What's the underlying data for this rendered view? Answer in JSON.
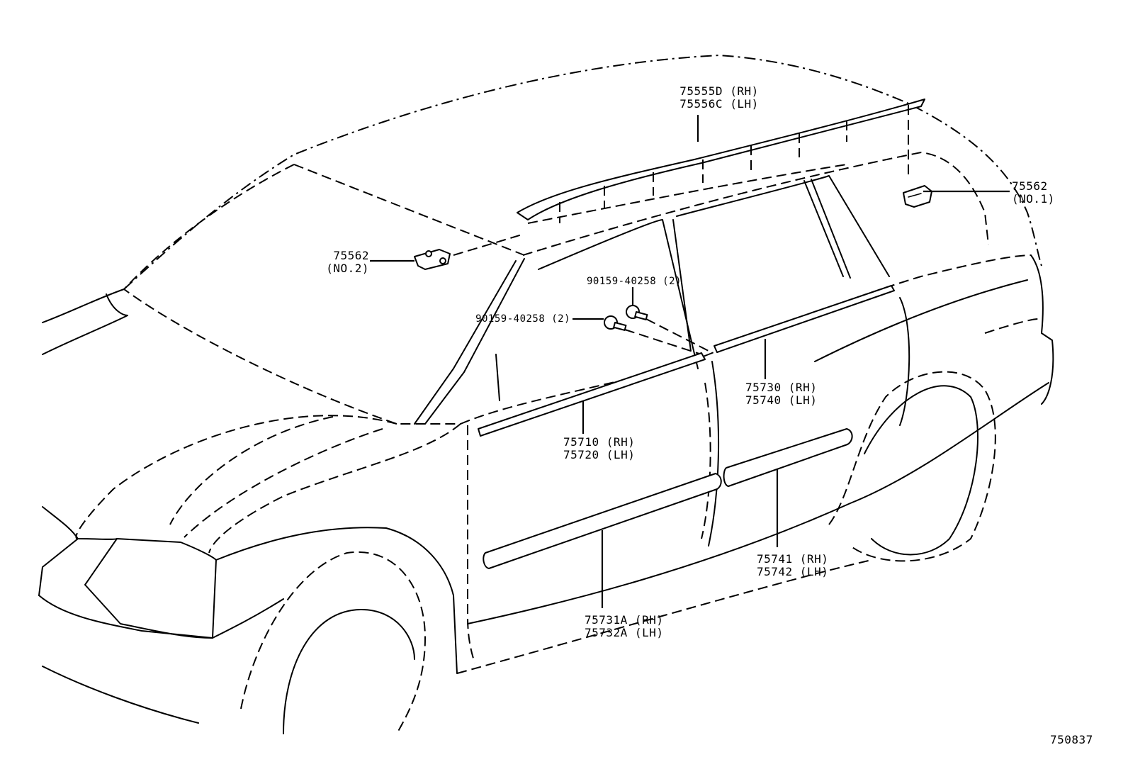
{
  "diagram": {
    "subject": "Vehicle side moulding and roof rack parts",
    "figure_number": "750837",
    "callouts": [
      {
        "id": "roof-rail",
        "lines": [
          "75555D (RH)",
          "75556C (LH)"
        ]
      },
      {
        "id": "roof-rack-leg-no1",
        "lines": [
          "75562",
          "(NO.1)"
        ]
      },
      {
        "id": "roof-rack-leg-no2",
        "lines": [
          "75562",
          "(NO.2)"
        ]
      },
      {
        "id": "screw-upper",
        "lines": [
          "90159-40258 (2)"
        ]
      },
      {
        "id": "screw-lower",
        "lines": [
          "90159-40258 (2)"
        ]
      },
      {
        "id": "rear-belt-moulding",
        "lines": [
          "75730 (RH)",
          "75740 (LH)"
        ]
      },
      {
        "id": "front-belt-moulding",
        "lines": [
          "75710 (RH)",
          "75720 (LH)"
        ]
      },
      {
        "id": "rear-door-side-moulding",
        "lines": [
          "75741 (RH)",
          "75742 (LH)"
        ]
      },
      {
        "id": "front-door-side-moulding",
        "lines": [
          "75731A (RH)",
          "75732A (LH)"
        ]
      }
    ]
  }
}
